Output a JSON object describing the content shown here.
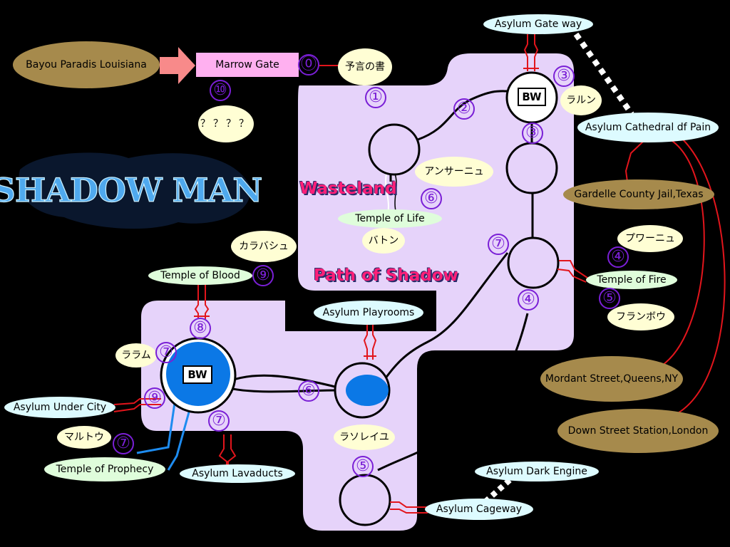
{
  "logo_text": "SHADOW MAN",
  "places": {
    "bayou": "Bayou Paradis Louisiana",
    "marrow_gate": "Marrow Gate",
    "gardelle": "Gardelle County Jail,Texas",
    "mordant": "Mordant Street,Queens,NY",
    "down_street": "Down Street Station,London"
  },
  "asylum": {
    "gate_way": "Asylum Gate way",
    "cathedral": "Asylum Cathedral df Pain",
    "playrooms": "Asylum Playrooms",
    "under_city": "Asylum Under City",
    "lavaducts": "Asylum Lavaducts",
    "dark_engine": "Asylum Dark Engine",
    "cageway": "Asylum Cageway"
  },
  "temples": {
    "life": "Temple of Life",
    "fire": "Temple of Fire",
    "blood": "Temple of Blood",
    "prophecy": "Temple of Prophecy"
  },
  "areas": {
    "wasteland": "Wasteland",
    "path_of_shadow": "Path of Shadow"
  },
  "jp_notes": {
    "book_of_prophecy": "予言の書",
    "unknown": "？？？？",
    "answer_nyu": "アンサーニュ",
    "baton": "バトン",
    "ralun": "ラルン",
    "puwanyu": "プワーニュ",
    "flambeau": "フランボウ",
    "calabash": "カラバシュ",
    "ralum": "ララム",
    "marteau": "マルトウ",
    "lasoleiyu": "ラソレイユ"
  },
  "bw_label": "BW",
  "numbers": {
    "n0": "⓪",
    "n1": "①",
    "n2": "②",
    "n3a": "③",
    "n3b": "③",
    "n4a": "④",
    "n4b": "④",
    "n5a": "⑤",
    "n5b": "⑤",
    "n6a": "⑥",
    "n6b": "⑥",
    "n7a": "⑦",
    "n7b": "⑦",
    "n7c": "⑦",
    "n7d": "⑦",
    "n8": "⑧",
    "n9a": "⑨",
    "n9b": "⑨",
    "n10": "⑩"
  },
  "colors": {
    "lavender": "#e6d3fa",
    "tan": "#a68a4c",
    "cream": "#fffed4",
    "pink": "#ffb0f0",
    "cyan": "#ddfbff",
    "mint": "#dffddb",
    "accent_purple": "#7a1fd6",
    "title_pink": "#ff1f78",
    "route_red": "#e2151c",
    "blue_node": "#0b78e6"
  }
}
